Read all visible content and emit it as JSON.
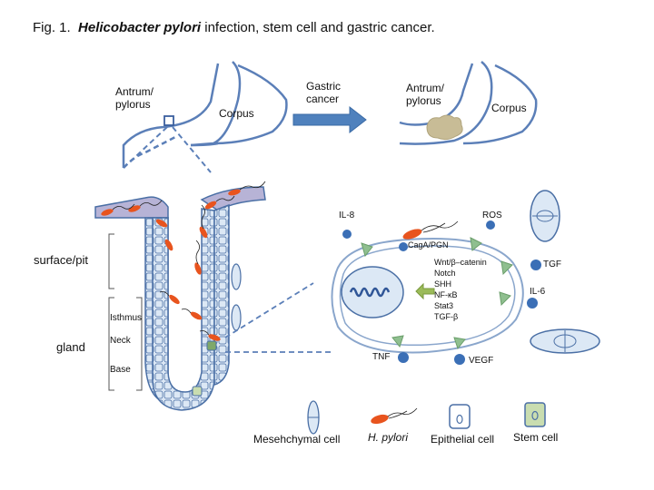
{
  "title": {
    "prefix": "Fig. 1.",
    "italic": "Helicobacter pylori",
    "rest": "infection, stem cell and gastric cancer."
  },
  "stomach_left": {
    "antrum": "Antrum/\npylorus",
    "corpus": "Corpus"
  },
  "arrow_label": "Gastric\ncancer",
  "stomach_right": {
    "antrum": "Antrum/\npylorus",
    "corpus": "Corpus"
  },
  "gland_labels": {
    "surface": "surface/pit",
    "gland": "gland",
    "isthmus": "Isthmus",
    "neck": "Neck",
    "base": "Base"
  },
  "cell_panel": {
    "il8": "IL-8",
    "ros": "ROS",
    "caga": "CagA/PGN",
    "pathways": [
      "Wnt/β–catenin",
      "Notch",
      "SHH",
      "NF-κB",
      "Stat3",
      "TGF-β"
    ],
    "tgf": "TGF",
    "il6": "IL-6",
    "tnf": "TNF",
    "vegf": "VEGF"
  },
  "legend": {
    "mesenchymal": "Mesehchymal cell",
    "hpylori": "H. pylori",
    "epithelial": "Epithelial cell",
    "stem": "Stem cell"
  },
  "colors": {
    "outline": "#4a6fa5",
    "cell_fill": "#dce8f5",
    "bacteria": "#e8541e",
    "stem_fill": "#c9ddb0",
    "tumor": "#c8bc96",
    "arrow": "#4f81bd",
    "surface_band": "#b7b3d6",
    "receptor": "#7fb07f",
    "cytokine": "#3b6fb6"
  }
}
